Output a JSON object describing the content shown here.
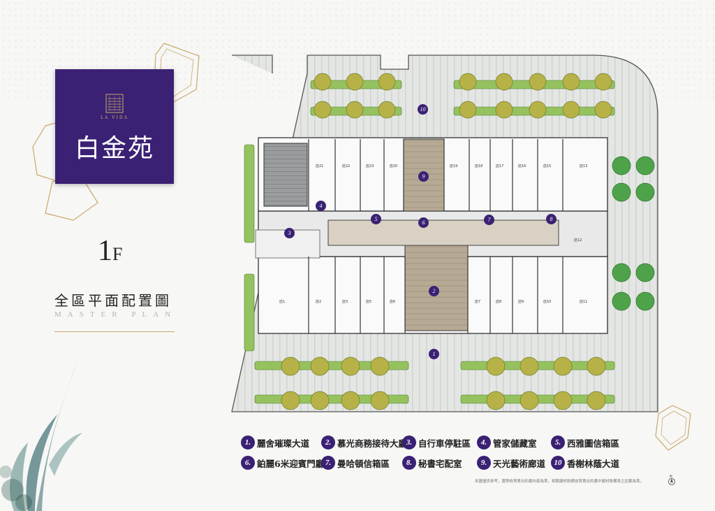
{
  "brand": {
    "name_cn": "白金苑",
    "name_en": "LA VIDA",
    "color": "#3a2174"
  },
  "floor": {
    "number": "1",
    "unit": "F"
  },
  "title": "全區平面配置圖",
  "subtitle": "MASTER PLAN",
  "markers": [
    "1",
    "2",
    "3",
    "4",
    "5",
    "6",
    "7",
    "8",
    "9",
    "10"
  ],
  "legend": [
    {
      "num": "1.",
      "label": "麗舍璀璨大道"
    },
    {
      "num": "2.",
      "label": "慕光商務接待大廳"
    },
    {
      "num": "3.",
      "label": "自行車停駐區"
    },
    {
      "num": "4.",
      "label": "管家儲藏室"
    },
    {
      "num": "5.",
      "label": "西雅圖信箱區"
    },
    {
      "num": "6.",
      "label": "鉑麗6米迎賓門廳"
    },
    {
      "num": "7.",
      "label": "曼哈頓信箱區"
    },
    {
      "num": "8.",
      "label": "秘書宅配室"
    },
    {
      "num": "9.",
      "label": "天光藝術廊道"
    },
    {
      "num": "10",
      "label": "香榭林蔭大道"
    }
  ],
  "units": [
    "店21",
    "店22",
    "店23",
    "店20",
    "店19",
    "店18",
    "店17",
    "店16",
    "店15",
    "店13",
    "店12",
    "店1",
    "店2",
    "店3",
    "店5",
    "店6",
    "店7",
    "店8",
    "店9",
    "店10",
    "店11"
  ],
  "disclaimer": "本圖僅供參考，實際依買賣合約書內容為準，相關建材設備依買賣合約書中建材設備表之記載為準。",
  "north_label": "N"
}
